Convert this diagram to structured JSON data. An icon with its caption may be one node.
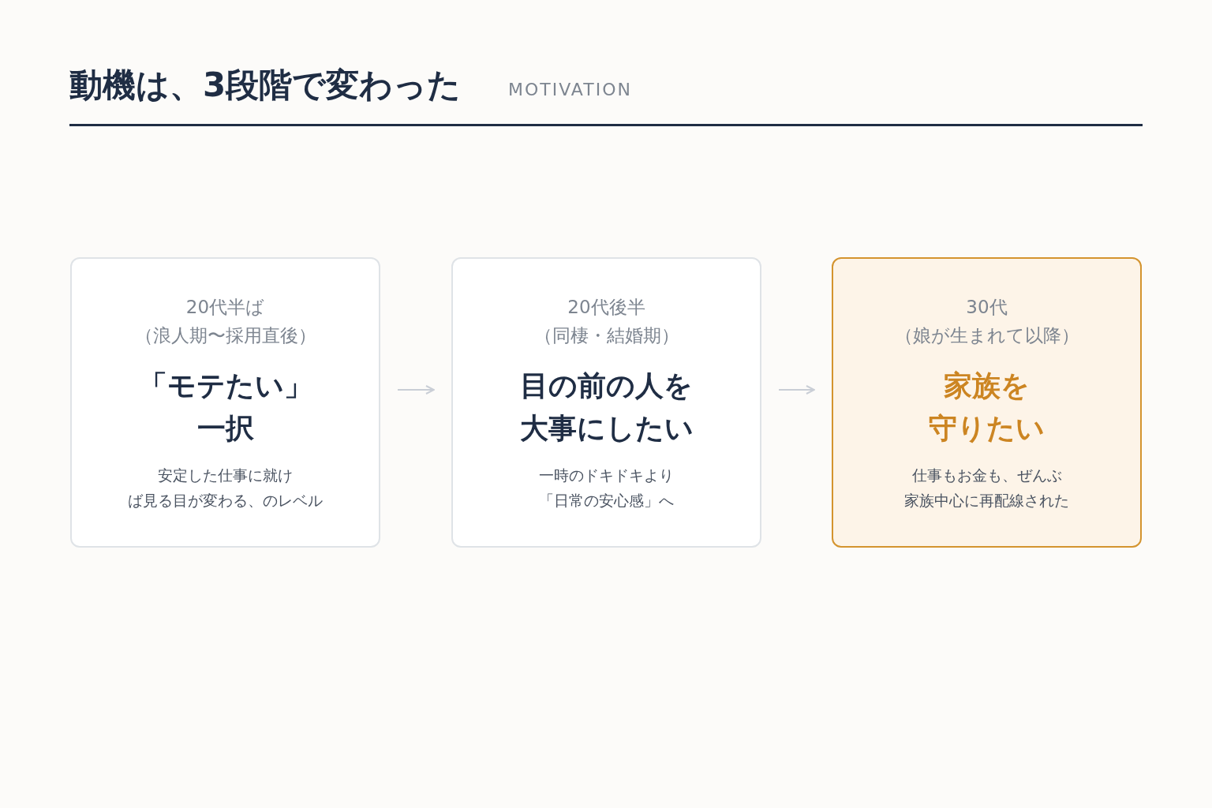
{
  "diagram": {
    "title": "動機は、3段階で変わった",
    "nodes": [
      {
        "text": [
          "20代半ば",
          "（浪人期〜採用直後）",
          "「モテたい」一択",
          "安定した仕事に就けば見る目が変わる、のレベル"
        ]
      },
      {
        "text": [
          "20代後半",
          "（同棲・結婚期）",
          "目の前の人を大事にしたい",
          "一時のドキドキより「日常の安心感」へ"
        ]
      },
      {
        "text": [
          "30代",
          "（娘が生まれて以降）",
          "家族を守りたい",
          "仕事もお金も、ぜんぶ家族中心に再配線された"
        ]
      }
    ],
    "edges": [
      {
        "from": 0,
        "to": 1,
        "arrow": "to"
      },
      {
        "from": 1,
        "to": 2,
        "arrow": "to"
      }
    ],
    "labels": [
      "MOTIVATION"
    ]
  }
}
